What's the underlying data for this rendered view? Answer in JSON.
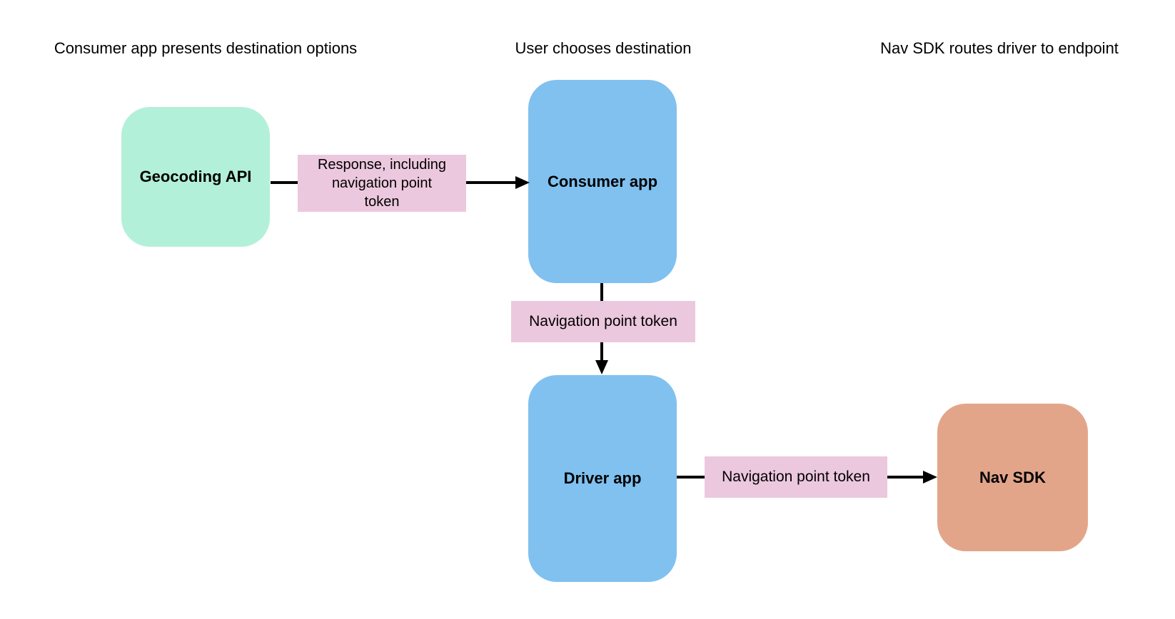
{
  "page": {
    "background": "#ffffff",
    "text_color": "#000000"
  },
  "colors": {
    "node_green": "#b3f0da",
    "node_blue": "#80c1f0",
    "node_orange": "#e3a58a",
    "edge_label_pink": "#ecc8de",
    "arrow": "#000000"
  },
  "column_headers": [
    {
      "label": "Consumer app presents destination options"
    },
    {
      "label": "User chooses destination"
    },
    {
      "label": "Nav SDK routes driver to endpoint"
    }
  ],
  "nodes": {
    "geocoding_api": {
      "label": "Geocoding API"
    },
    "consumer_app": {
      "label": "Consumer app"
    },
    "driver_app": {
      "label": "Driver app"
    },
    "nav_sdk": {
      "label": "Nav SDK"
    }
  },
  "edges": [
    {
      "from": "Geocoding API",
      "to": "Consumer app",
      "label_lines": [
        "Response, including",
        "navigation point",
        "token"
      ]
    },
    {
      "from": "Consumer app",
      "to": "Driver app",
      "label": "Navigation point token"
    },
    {
      "from": "Driver app",
      "to": "Nav SDK",
      "label": "Navigation point token"
    }
  ]
}
